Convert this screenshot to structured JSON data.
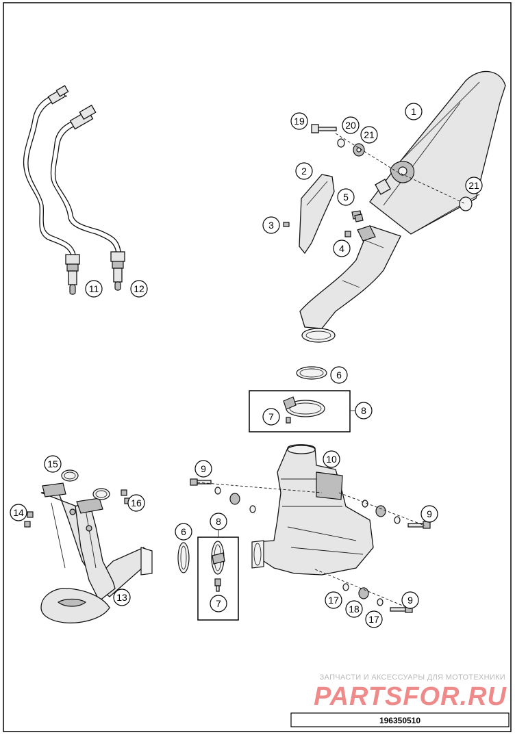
{
  "diagram": {
    "part_number": "196350510",
    "watermark": {
      "tagline": "ЗАПЧАСТИ И АКСЕССУАРЫ ДЛЯ МОТОТЕХНИКИ",
      "brand": "PARTSFOR.RU"
    },
    "callouts": [
      "1",
      "2",
      "3",
      "4",
      "5",
      "6",
      "7",
      "8",
      "9",
      "10",
      "11",
      "12",
      "13",
      "14",
      "15",
      "16",
      "17",
      "18",
      "19",
      "20",
      "21"
    ],
    "colors": {
      "line": "#111111",
      "fill": "#e6e6e6",
      "watermark": "#ef8a8a"
    }
  }
}
